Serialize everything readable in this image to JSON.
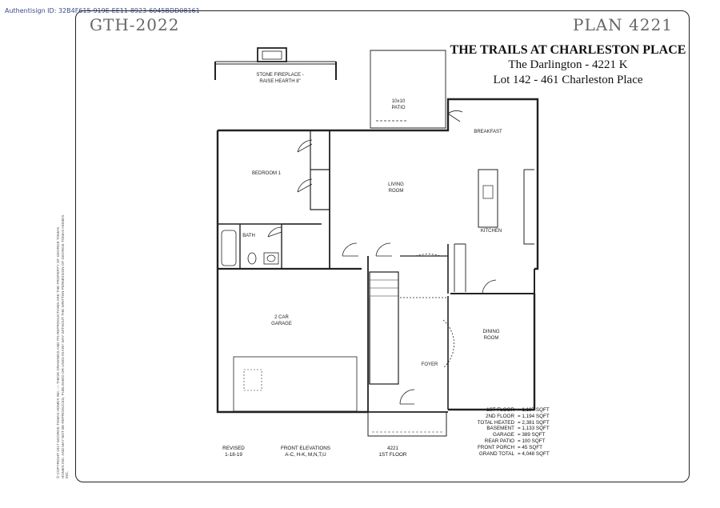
{
  "auth_id": "Authentisign ID: 32B4F615-919E-EE11-8923-6045BDD08161",
  "code_left": "GTH-2022",
  "code_right": "PLAN 4221",
  "title": {
    "line1": "THE TRAILS AT CHARLESTON PLACE",
    "line2": "The Darlington - 4221 K",
    "line3": "Lot 142 - 461 Charleston Place"
  },
  "copyright": "© COPYRIGHT 2017 GEORGE TOMAS HOMES INC. — THESE DRAWINGS AND ITS REPRODUCTIONS ARE THE PROPERTY OF GEORGE TOMAS HOMES INC. AND MAY NOT BE REPRODUCED, PUBLISHED OR USED IN ANY WAY WITHOUT THE WRITTEN PERMISSION OF GEORGE TOMAS HOMES INC.",
  "rooms": {
    "fireplace_line1": "STONE FIREPLACE -",
    "fireplace_line2": "RAISE HEARTH 8\"",
    "patio_line1": "10x10",
    "patio_line2": "PATIO",
    "breakfast": "BREAKFAST",
    "bedroom": "BEDROOM 1",
    "living_line1": "LIVING",
    "living_line2": "ROOM",
    "kitchen": "KITCHEN",
    "bath": "BATH",
    "garage_line1": "2 CAR",
    "garage_line2": "GARAGE",
    "dining_line1": "DINING",
    "dining_line2": "ROOM",
    "foyer": "FOYER"
  },
  "stats": [
    {
      "label": "1ST FLOOR",
      "value": "= 1,187 SQFT"
    },
    {
      "label": "2ND FLOOR",
      "value": "= 1,194 SQFT"
    },
    {
      "label": "TOTAL HEATED",
      "value": "= 2,381 SQFT"
    },
    {
      "label": "BASEMENT",
      "value": "= 1,133 SQFT"
    },
    {
      "label": "GARAGE",
      "value": "= 389 SQFT"
    },
    {
      "label": "REAR PATIO",
      "value": "= 100 SQFT"
    },
    {
      "label": "FRONT PORCH",
      "value": "= 45 SQFT"
    },
    {
      "label": "GRAND TOTAL",
      "value": "= 4,048 SQFT"
    }
  ],
  "footer": {
    "revised_line1": "REVISED",
    "revised_line2": "1-18-19",
    "elev_line1": "FRONT ELEVATIONS",
    "elev_line2": "A-C, H-K, M,N,T,U",
    "plan_line1": "4221",
    "plan_line2": "1ST FLOOR"
  }
}
